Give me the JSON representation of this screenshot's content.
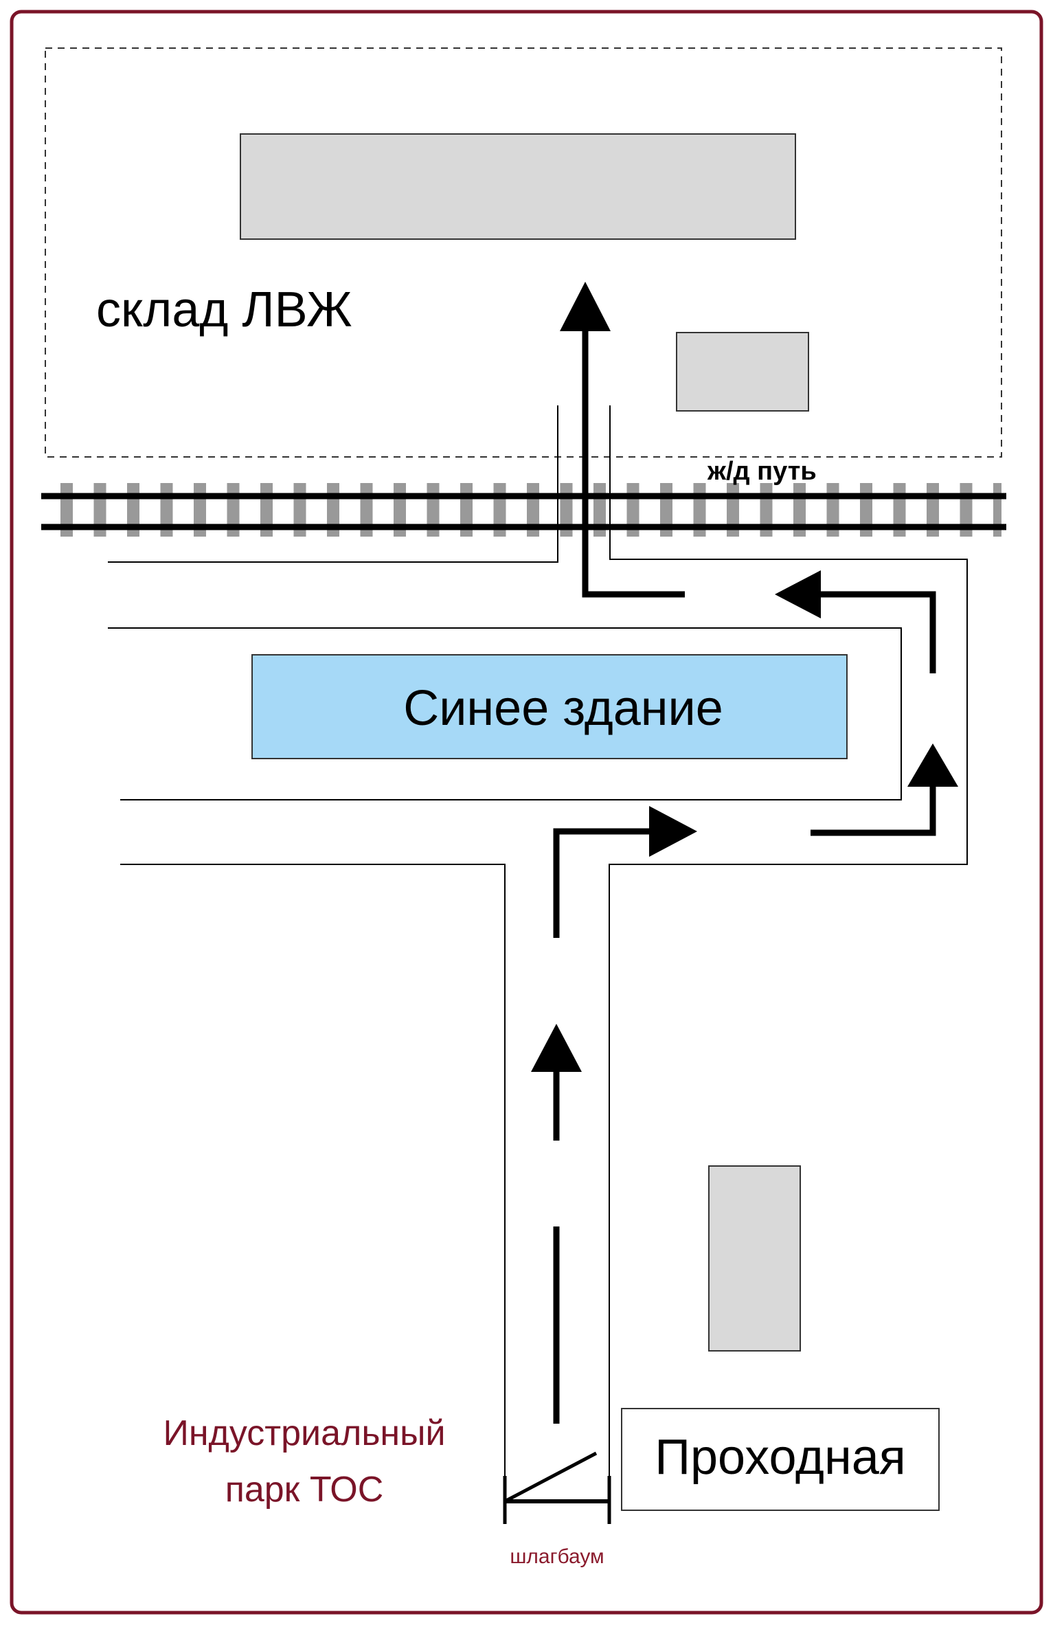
{
  "labels": {
    "warehouse": "склад ЛВЖ",
    "railway": "ж/д путь",
    "blue_building": "Синее здание",
    "checkpoint": "Проходная",
    "park_line1": "Индустриальный",
    "park_line2": "парк ТОС",
    "barrier": "шлагбаум"
  },
  "colors": {
    "frame": "#7a1428",
    "park_text": "#7a1428",
    "barrier_text": "#8a1a2c",
    "building_gray": "#d9d9d9",
    "blue_building": "#a6d9f7",
    "rail_ties": "#999999",
    "ink": "#000000"
  }
}
